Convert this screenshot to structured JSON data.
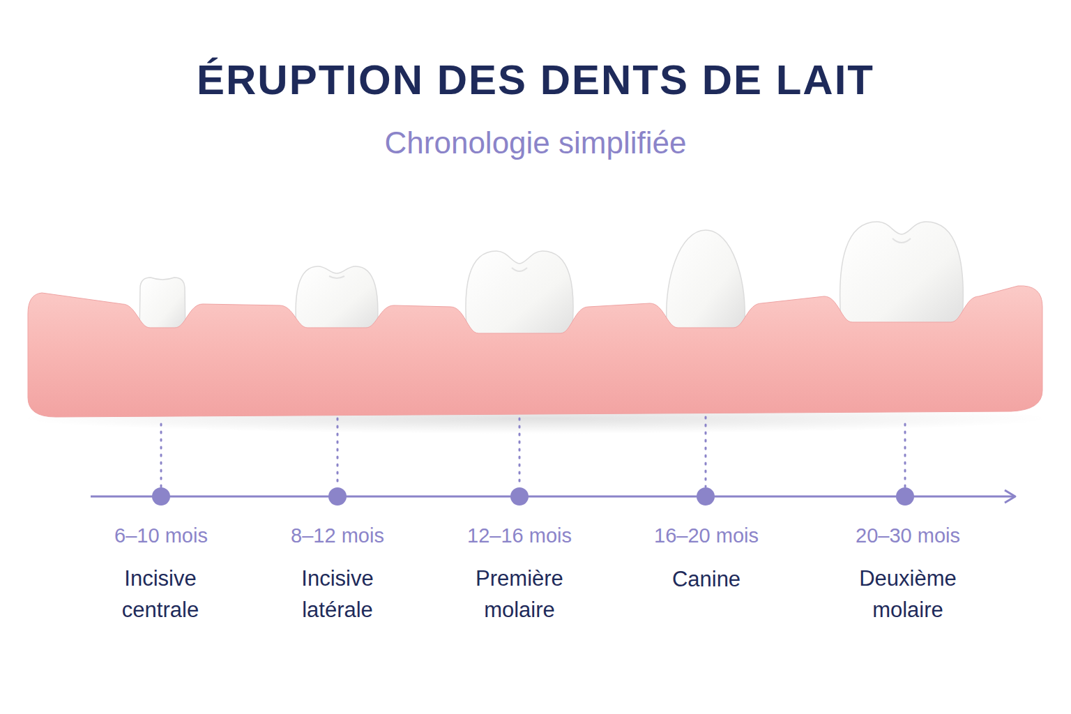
{
  "diagram": {
    "title": "ÉRUPTION DES DENTS DE LAIT",
    "labels": [
      "Chronologie simplifiée",
      "6–10 mois",
      "8–12 mois",
      "12–16 mois",
      "16–20 mois",
      "20–30 mois",
      "Incisive centrale",
      "Incisive latérale",
      "Première molaire",
      "Canine",
      "Deuxième molaire"
    ]
  }
}
